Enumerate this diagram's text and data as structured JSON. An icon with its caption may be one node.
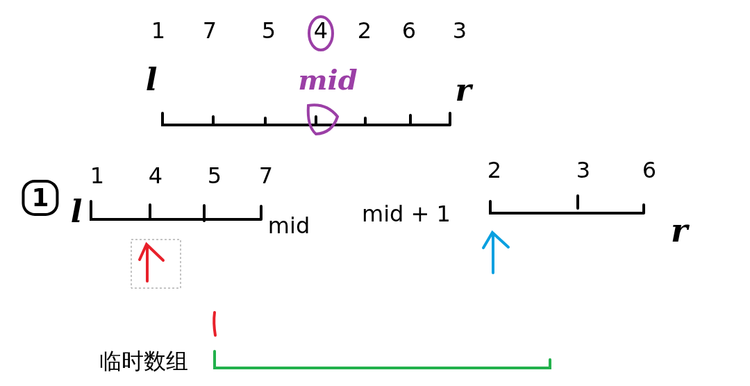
{
  "diagram": {
    "labels": [
      "1",
      "7",
      "5",
      "4",
      "2",
      "6",
      "3",
      "l",
      "mid",
      "r",
      "1",
      "4",
      "5",
      "7",
      "2",
      "3",
      "6",
      "1",
      "l",
      "mid",
      "mid + 1",
      "r",
      "临时数组"
    ]
  }
}
